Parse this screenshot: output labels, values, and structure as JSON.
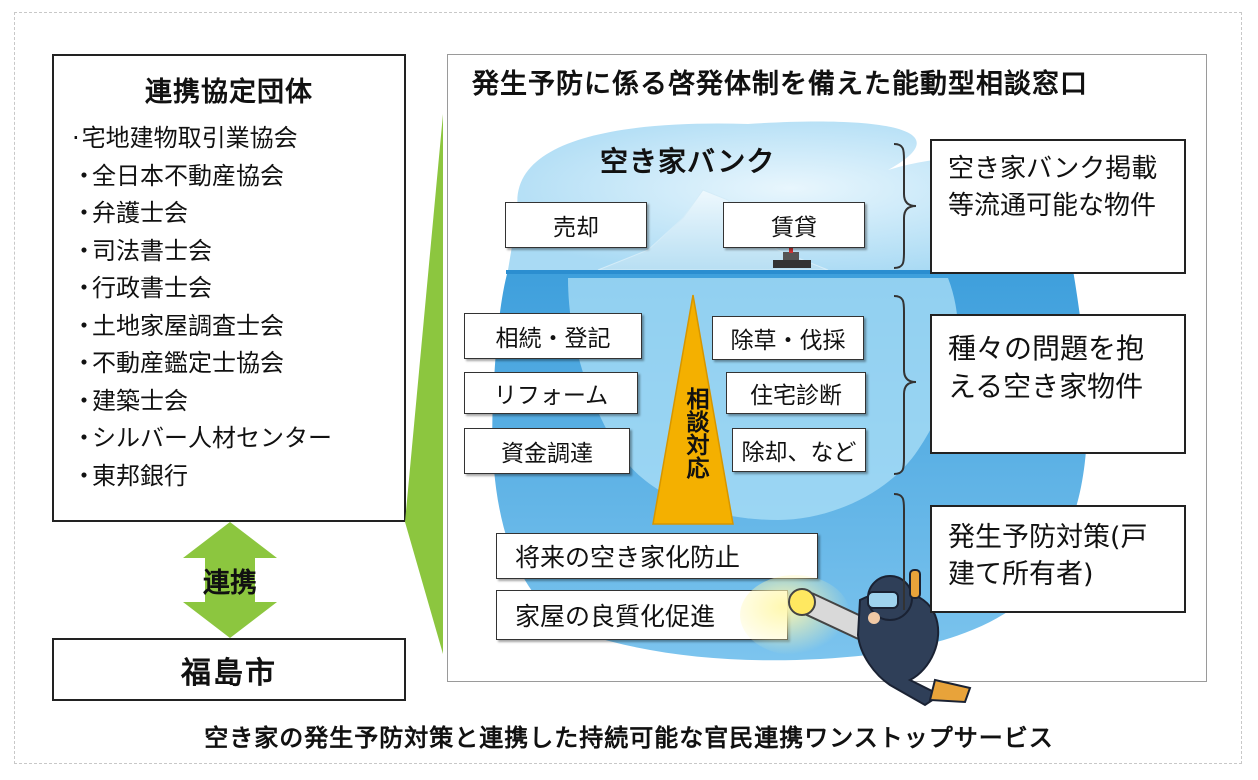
{
  "left": {
    "title": "連携協定団体",
    "items": [
      "宅地建物取引業協会",
      "全日本不動産協会",
      "弁護士会",
      "司法書士会",
      "行政書士会",
      "土地家屋調査士会",
      "不動産鑑定士協会",
      "建築士会",
      "シルバー人材センター",
      "東邦銀行"
    ],
    "link_label": "連携",
    "city": "福島市"
  },
  "main": {
    "title": "発生予防に係る啓発体制を備えた能動型相談窓口",
    "bank_title": "空き家バンク",
    "above_water": [
      "売却",
      "賃貸"
    ],
    "below_left": [
      "相続・登記",
      "リフォーム",
      "資金調達"
    ],
    "below_right": [
      "除草・伐採",
      "住宅診断",
      "除却、など"
    ],
    "cone_label": "相談対応",
    "prevention": [
      "将来の空き家化防止",
      "家屋の良質化促進"
    ],
    "right_boxes": [
      "空き家バンク掲載等流通可能な物件",
      "種々の問題を抱える空き家物件",
      "発生予防対策(戸建て所有者)"
    ]
  },
  "footer": "空き家の発生予防対策と連携した持続可能な官民連携ワンストップサービス",
  "colors": {
    "sky_blue": "#bfe4f7",
    "water_blue": "#5fb3e6",
    "green": "#8cc63f",
    "cone_yellow": "#f4b000",
    "diver_suit": "#2f3f58"
  }
}
